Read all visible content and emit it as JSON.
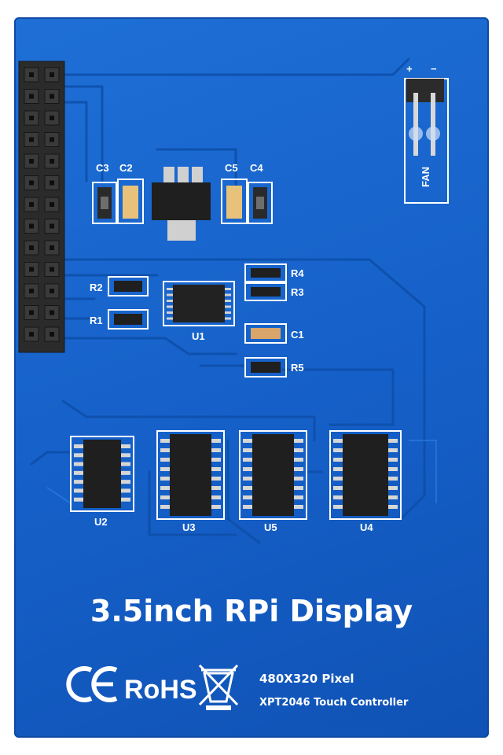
{
  "board": {
    "title": "3.5inch RPi Display",
    "resolution": "480X320 Pixel",
    "controller": "XPT2046 Touch Controller",
    "colors": {
      "pcb": "#1560c8",
      "silk": "#ffffff",
      "header": "#2b2b2b",
      "chip": "#1f1f1f"
    }
  },
  "labels": {
    "c3": "C3",
    "c2": "C2",
    "c5": "C5",
    "c4": "C4",
    "r1": "R1",
    "r2": "R2",
    "r3": "R3",
    "r4": "R4",
    "r5": "R5",
    "c1": "C1",
    "u1": "U1",
    "u2": "U2",
    "u3": "U3",
    "u4": "U4",
    "u5": "U5",
    "fan": "FAN",
    "plus": "+",
    "minus": "−"
  },
  "logos": {
    "ce": "CE",
    "rohs": "RoHS",
    "weee": "weee-bin-icon"
  }
}
